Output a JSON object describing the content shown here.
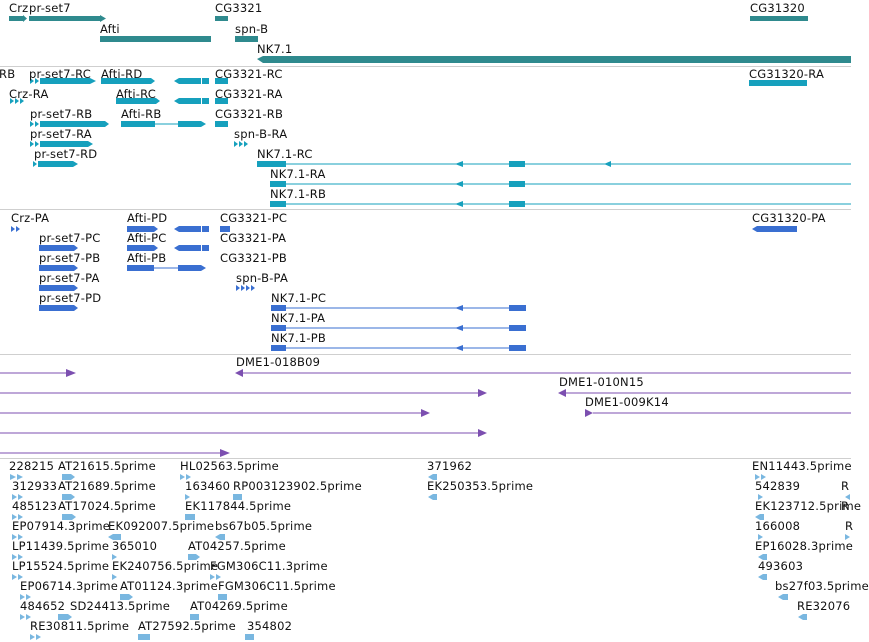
{
  "colors": {
    "gene": "#2f8a8e",
    "transcript": "#16a0bd",
    "protein": "#3a6fd1",
    "clone": "#7c4fb0",
    "est": "#79b7e0",
    "separator": "#cfcfcf"
  },
  "tracks": {
    "genes": {
      "labels": [
        "Crz",
        "pr-set7",
        "Afti",
        "CG3321",
        "spn-B",
        "NK7.1",
        "CG31320"
      ]
    },
    "transcripts": {
      "labels": [
        "RB",
        "pr-set7-RC",
        "Afti-RD",
        "CG3321-RC",
        "CG31320-RA",
        "Crz-RA",
        "Afti-RC",
        "CG3321-RA",
        "pr-set7-RB",
        "Afti-RB",
        "CG3321-RB",
        "pr-set7-RA",
        "spn-B-RA",
        "pr-set7-RD",
        "NK7.1-RC",
        "NK7.1-RA",
        "NK7.1-RB"
      ]
    },
    "proteins": {
      "labels": [
        "Crz-PA",
        "Afti-PD",
        "CG3321-PC",
        "CG31320-PA",
        "pr-set7-PC",
        "Afti-PC",
        "CG3321-PA",
        "pr-set7-PB",
        "Afti-PB",
        "CG3321-PB",
        "spn-B-PA",
        "pr-set7-PA",
        "pr-set7-PD",
        "NK7.1-PC",
        "NK7.1-PA",
        "NK7.1-PB"
      ]
    },
    "clones": {
      "labels": [
        "DME1-018B09",
        "DME1-010N15",
        "DME1-009K14"
      ]
    },
    "ests": {
      "labels": [
        "228215",
        "AT21615.5prime",
        "HL02563.5prime",
        "371962",
        "EN11443.5prime",
        "312933",
        "AT21689.5prime",
        "163460",
        "RP003123902.5prime",
        "EK250353.5prime",
        "542839",
        "R",
        "485123",
        "AT17024.5prime",
        "EK117844.5prime",
        "EK123712.5prime",
        "R",
        "EP07914.3prime",
        "EK092007.5prime",
        "bs67b05.5prime",
        "166008",
        "R",
        "LP11439.5prime",
        "365010",
        "AT04257.5prime",
        "EP16028.3prime",
        "LP15524.5prime",
        "EK240756.5prime",
        "FGM306C11.3prime",
        "493603",
        "EP06714.3prime",
        "AT01124.3prime",
        "FGM306C11.5prime",
        "bs27f03.5prime",
        "484652",
        "SD24413.5prime",
        "AT04269.5prime",
        "RE32076",
        "RE30811.5prime",
        "AT27592.5prime",
        "354802"
      ]
    }
  }
}
